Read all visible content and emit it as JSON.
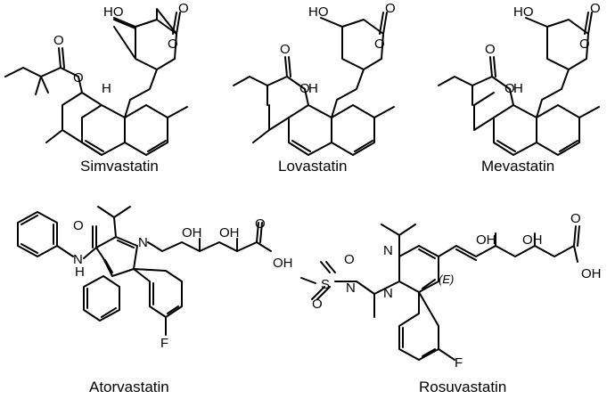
{
  "captions": {
    "simvastatin": "Simvastatin",
    "lovastatin": "Lovastatin",
    "mevastatin": "Mevastatin",
    "atorvastatin": "Atorvastatin",
    "rosuvastatin": "Rosuvastatin"
  },
  "atoms": {
    "ho": "HO",
    "o": "O",
    "h": "H",
    "oh": "OH",
    "n": "N",
    "nh": "N",
    "h_nh": "H",
    "f": "F",
    "s": "S",
    "e_label": "(E)"
  }
}
